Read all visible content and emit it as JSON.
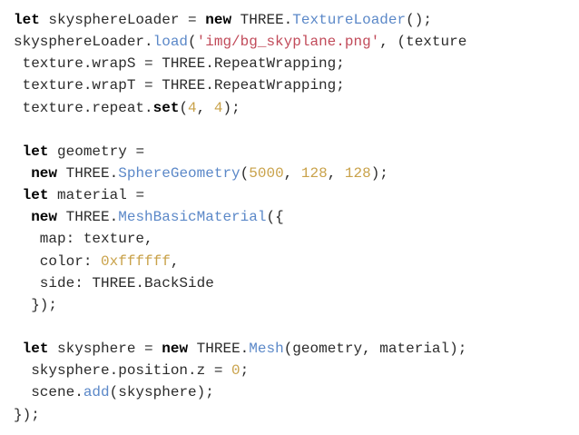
{
  "colors": {
    "background": "#ffffff",
    "plain": "#2b2b2b",
    "keyword": "#000000",
    "function": "#5b88c8",
    "number": "#c9a24a",
    "string": "#c14b5a"
  },
  "code_lines": [
    [
      {
        "t": "kw",
        "v": "let"
      },
      {
        "t": "pl",
        "v": " skysphereLoader = "
      },
      {
        "t": "kw",
        "v": "new"
      },
      {
        "t": "pl",
        "v": " THREE."
      },
      {
        "t": "fn",
        "v": "TextureLoader"
      },
      {
        "t": "pl",
        "v": "();"
      }
    ],
    [
      {
        "t": "pl",
        "v": "skysphereLoader."
      },
      {
        "t": "fn",
        "v": "load"
      },
      {
        "t": "pl",
        "v": "("
      },
      {
        "t": "str",
        "v": "'img/bg_skyplane.png'"
      },
      {
        "t": "pl",
        "v": ", (texture"
      }
    ],
    [
      {
        "t": "pl",
        "v": " texture.wrapS = THREE.RepeatWrapping;"
      }
    ],
    [
      {
        "t": "pl",
        "v": " texture.wrapT = THREE.RepeatWrapping;"
      }
    ],
    [
      {
        "t": "pl",
        "v": " texture.repeat."
      },
      {
        "t": "kw",
        "v": "set"
      },
      {
        "t": "pl",
        "v": "("
      },
      {
        "t": "num",
        "v": "4"
      },
      {
        "t": "pl",
        "v": ", "
      },
      {
        "t": "num",
        "v": "4"
      },
      {
        "t": "pl",
        "v": ");"
      }
    ],
    [
      {
        "t": "pl",
        "v": ""
      }
    ],
    [
      {
        "t": "pl",
        "v": " "
      },
      {
        "t": "kw",
        "v": "let"
      },
      {
        "t": "pl",
        "v": " geometry ="
      }
    ],
    [
      {
        "t": "pl",
        "v": "  "
      },
      {
        "t": "kw",
        "v": "new"
      },
      {
        "t": "pl",
        "v": " THREE."
      },
      {
        "t": "fn",
        "v": "SphereGeometry"
      },
      {
        "t": "pl",
        "v": "("
      },
      {
        "t": "num",
        "v": "5000"
      },
      {
        "t": "pl",
        "v": ", "
      },
      {
        "t": "num",
        "v": "128"
      },
      {
        "t": "pl",
        "v": ", "
      },
      {
        "t": "num",
        "v": "128"
      },
      {
        "t": "pl",
        "v": ");"
      }
    ],
    [
      {
        "t": "pl",
        "v": " "
      },
      {
        "t": "kw",
        "v": "let"
      },
      {
        "t": "pl",
        "v": " material ="
      }
    ],
    [
      {
        "t": "pl",
        "v": "  "
      },
      {
        "t": "kw",
        "v": "new"
      },
      {
        "t": "pl",
        "v": " THREE."
      },
      {
        "t": "fn",
        "v": "MeshBasicMaterial"
      },
      {
        "t": "pl",
        "v": "({"
      }
    ],
    [
      {
        "t": "pl",
        "v": "   map: texture,"
      }
    ],
    [
      {
        "t": "pl",
        "v": "   color: "
      },
      {
        "t": "num",
        "v": "0xffffff"
      },
      {
        "t": "pl",
        "v": ","
      }
    ],
    [
      {
        "t": "pl",
        "v": "   side: THREE.BackSide"
      }
    ],
    [
      {
        "t": "pl",
        "v": "  });"
      }
    ],
    [
      {
        "t": "pl",
        "v": ""
      }
    ],
    [
      {
        "t": "pl",
        "v": " "
      },
      {
        "t": "kw",
        "v": "let"
      },
      {
        "t": "pl",
        "v": " skysphere = "
      },
      {
        "t": "kw",
        "v": "new"
      },
      {
        "t": "pl",
        "v": " THREE."
      },
      {
        "t": "fn",
        "v": "Mesh"
      },
      {
        "t": "pl",
        "v": "(geometry, material);"
      }
    ],
    [
      {
        "t": "pl",
        "v": "  skysphere.position.z = "
      },
      {
        "t": "num",
        "v": "0"
      },
      {
        "t": "pl",
        "v": ";"
      }
    ],
    [
      {
        "t": "pl",
        "v": "  scene."
      },
      {
        "t": "fn",
        "v": "add"
      },
      {
        "t": "pl",
        "v": "(skysphere);"
      }
    ],
    [
      {
        "t": "pl",
        "v": "});"
      }
    ]
  ]
}
